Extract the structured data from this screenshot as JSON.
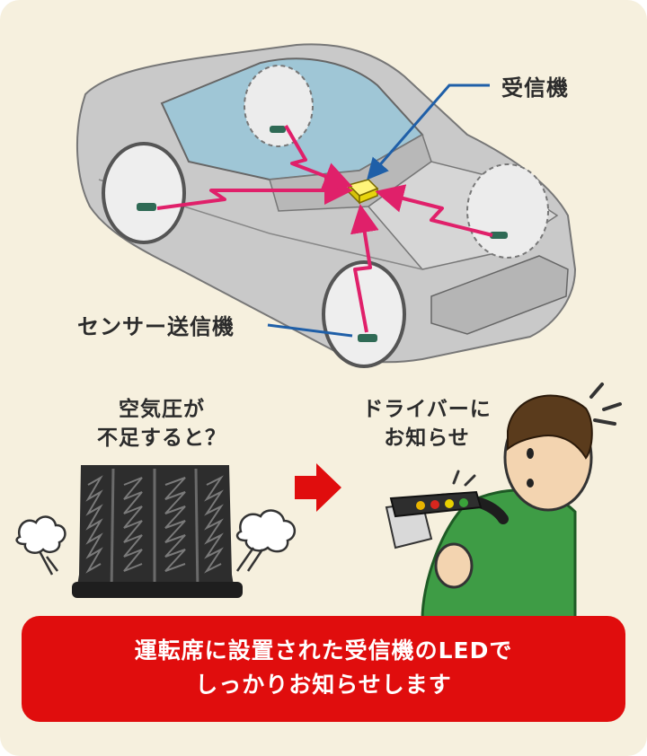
{
  "labels": {
    "receiver": "受信機",
    "sensor_transmitter": "センサー送信機"
  },
  "left_caption": {
    "line1": "空気圧が",
    "line2": "不足すると？"
  },
  "right_caption": {
    "line1": "ドライバーに",
    "line2": "お知らせ"
  },
  "banner": {
    "line1": "運転席に設置された受信機のLEDで",
    "line2": "しっかりお知らせします"
  },
  "colors": {
    "background": "#f6f0de",
    "signal_arrow": "#e0206a",
    "pointer_line": "#1f5fa8",
    "banner": "#e00d0d",
    "receiver": "#f2dc12",
    "shirt": "#3e9c45"
  },
  "icons": [
    "car-illustration",
    "receiver-device",
    "tire-sensor",
    "tire-image",
    "air-puff-icon",
    "red-right-arrow",
    "driver-illustration",
    "dashboard-led"
  ]
}
